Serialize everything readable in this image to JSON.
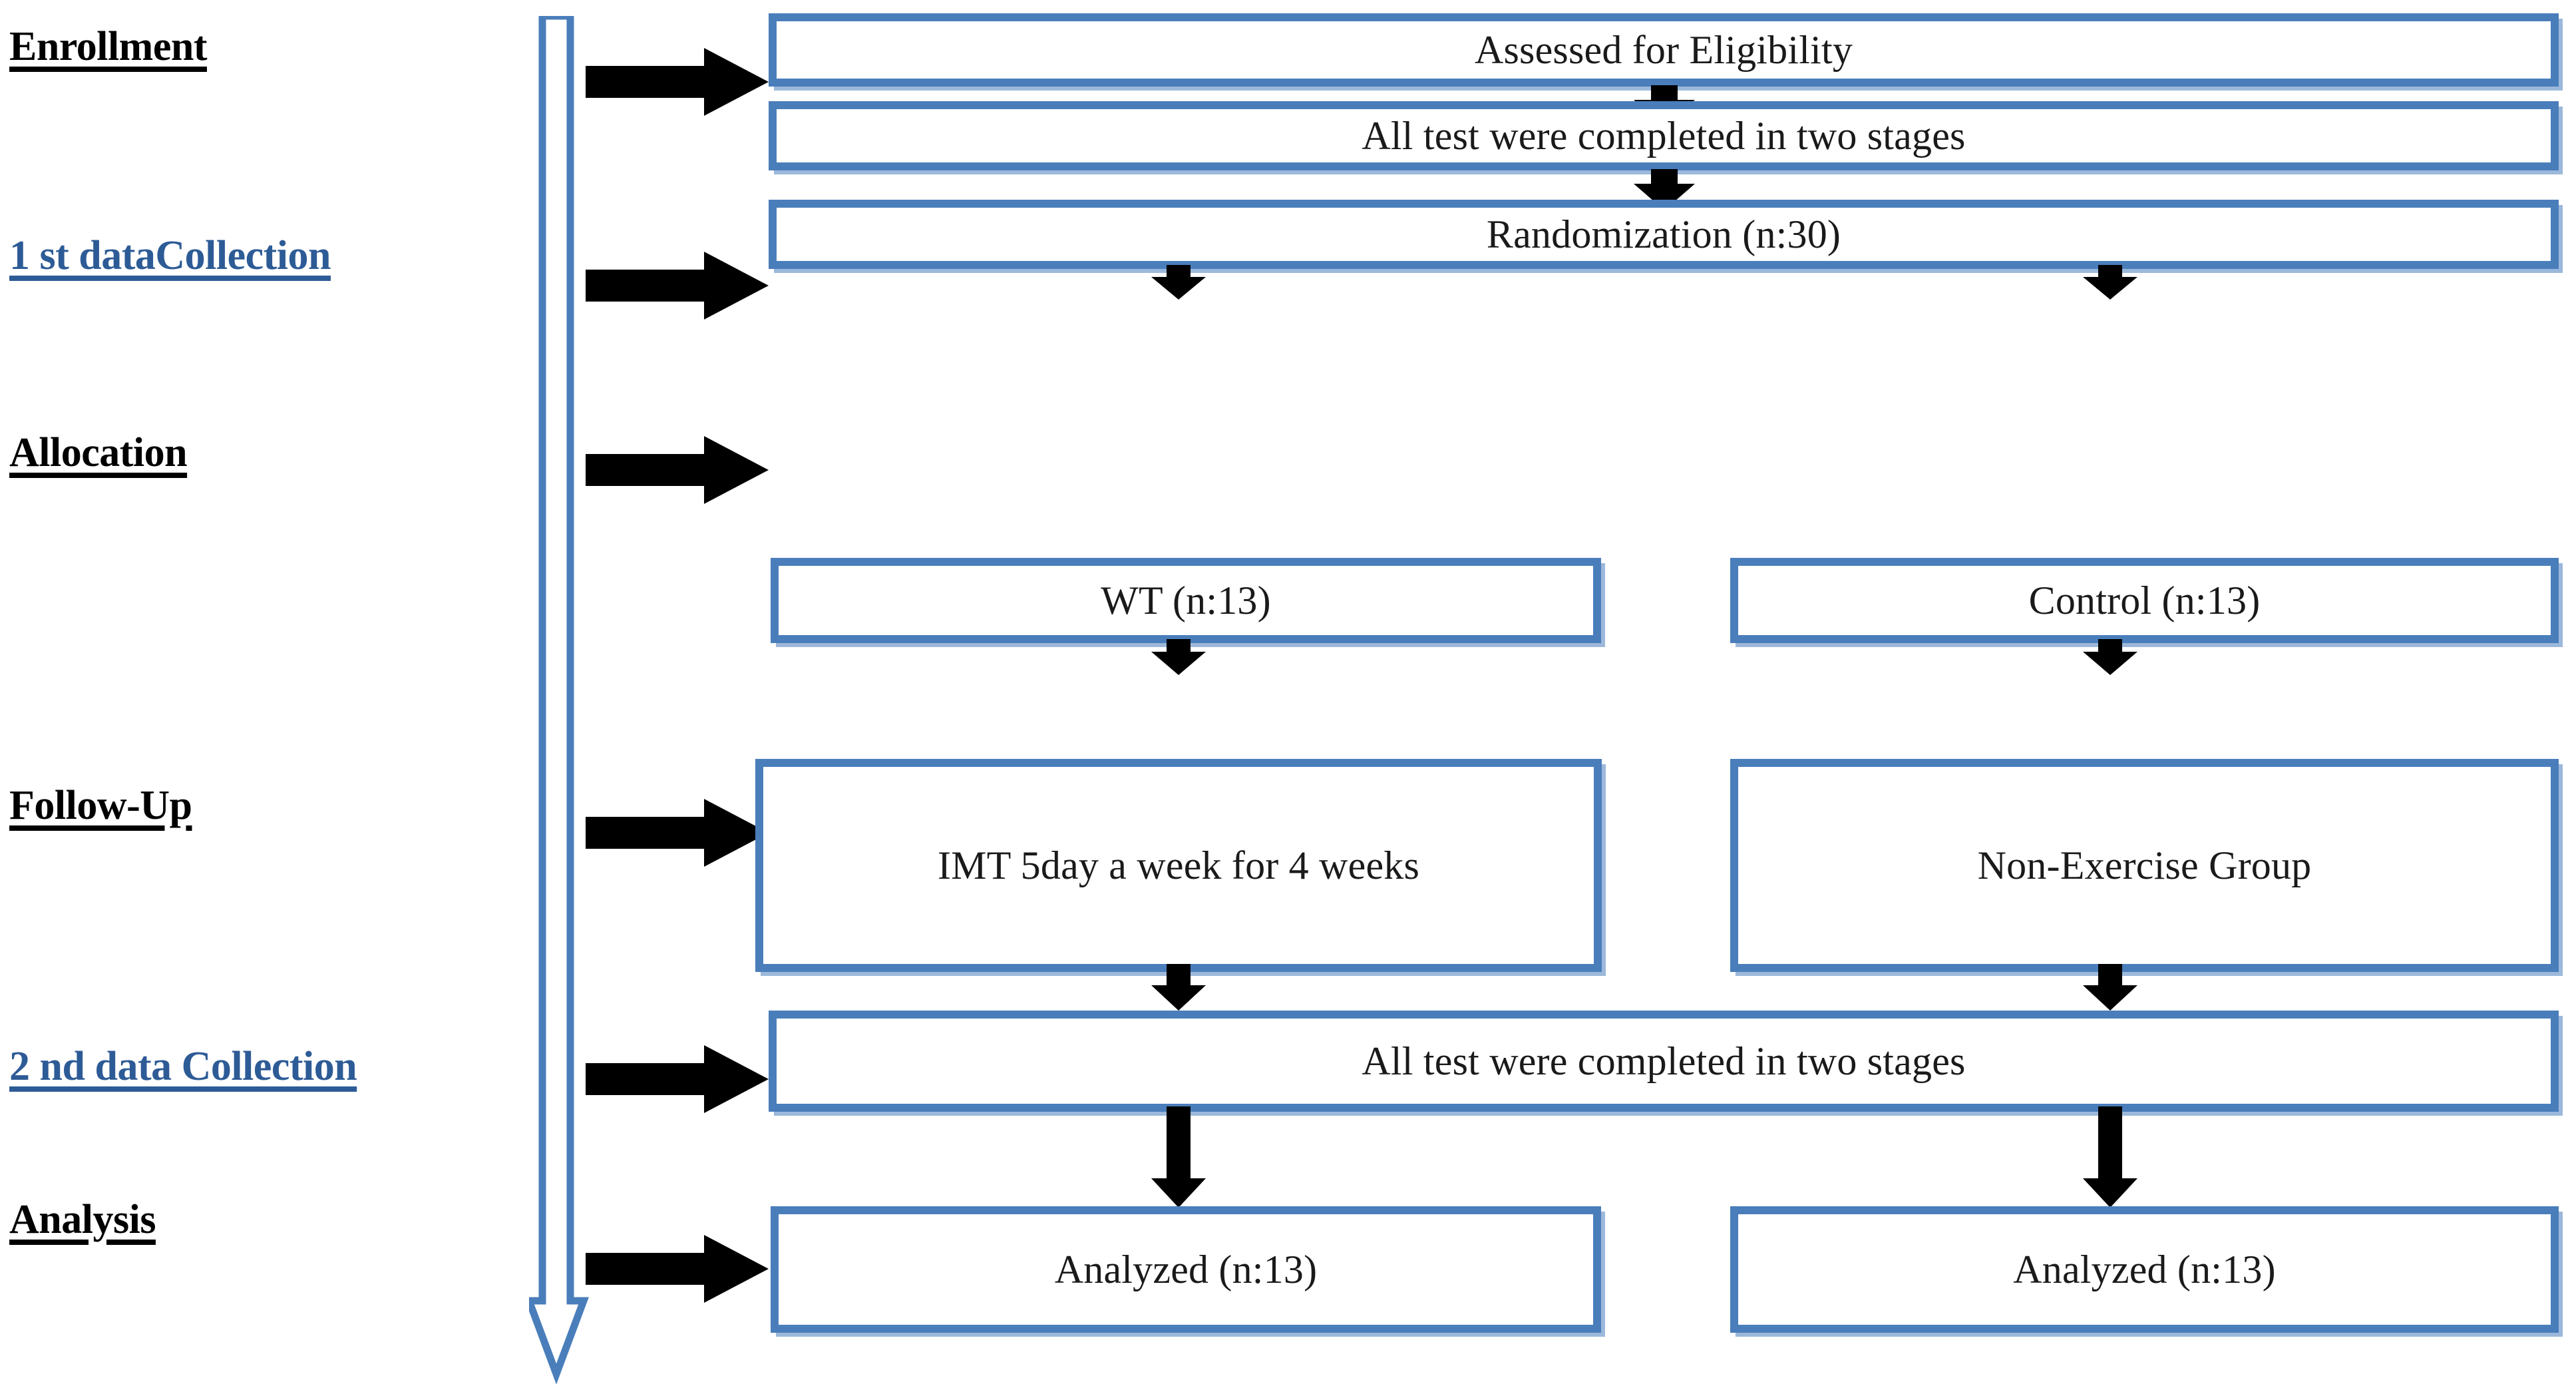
{
  "diagram": {
    "title": "CONSORT-style participant flow diagram",
    "accent_color": "#4A7EBB",
    "label_blue": "#2D5B96",
    "label_black": "#000000",
    "arrow_color": "#000000"
  },
  "stages": [
    {
      "id": "enrollment",
      "label": "Enrollment",
      "color": "dark"
    },
    {
      "id": "first-data",
      "label": "1 st dataCollection",
      "color": "blue"
    },
    {
      "id": "allocation",
      "label": "Allocation",
      "color": "dark"
    },
    {
      "id": "follow-up",
      "label": "Follow-Up",
      "color": "dark"
    },
    {
      "id": "second-data",
      "label": "2 nd data Collection",
      "color": "blue"
    },
    {
      "id": "analysis",
      "label": "Analysis",
      "color": "dark"
    }
  ],
  "boxes": {
    "assessed": "Assessed for Eligibility",
    "first_tests": "All test were completed in two stages",
    "randomization": "Randomization (n:30)",
    "wt": "WT (n:13)",
    "control": "Control (n:13)",
    "imt": "IMT 5day a week for 4 weeks",
    "non_exercise": "Non-Exercise Group",
    "second_tests": "All test were completed in two stages",
    "analyzed_left": "Analyzed (n:13)",
    "analyzed_right": "Analyzed (n:13)"
  },
  "counts": {
    "randomized": 30,
    "wt_group": 13,
    "control_group": 13,
    "analyzed_wt": 13,
    "analyzed_control": 13
  }
}
